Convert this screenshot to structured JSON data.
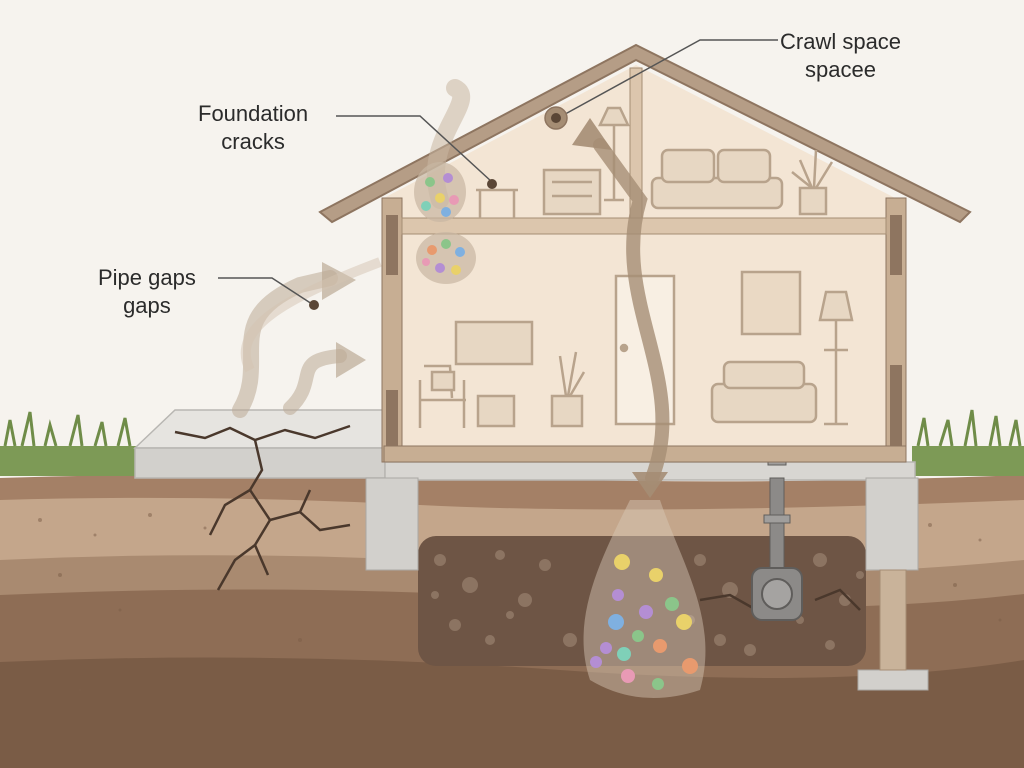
{
  "callouts": {
    "crawl_space": {
      "line1": "Crawl space",
      "line2": "spacee"
    },
    "foundation_cracks": {
      "line1": "Foundation",
      "line2": "cracks"
    },
    "pipe_gaps": {
      "line1": "Pipe gaps",
      "line2": "gaps"
    }
  },
  "colors": {
    "background": "#f6f3ee",
    "house_interior": "#f2e4d1",
    "roof": "#b59d86",
    "frame": "#c7ae93",
    "soil_light": "#b79a7f",
    "soil_dark": "#7b5e48",
    "grass": "#7d9a56",
    "concrete": "#dcdcda",
    "gas_arrow": "#bca996",
    "particle_colors": [
      "#8bc58a",
      "#b48ed3",
      "#e9d16a",
      "#7fb0e0",
      "#e89a6e",
      "#e89ab5",
      "#7fd0b8"
    ]
  },
  "icons": [
    "sofa-icon",
    "plant-icon",
    "lamp-icon",
    "chair-icon",
    "tv-icon",
    "door-icon",
    "picture-frame-icon",
    "pipe-icon",
    "crack-icon",
    "gas-arrow-icon"
  ]
}
